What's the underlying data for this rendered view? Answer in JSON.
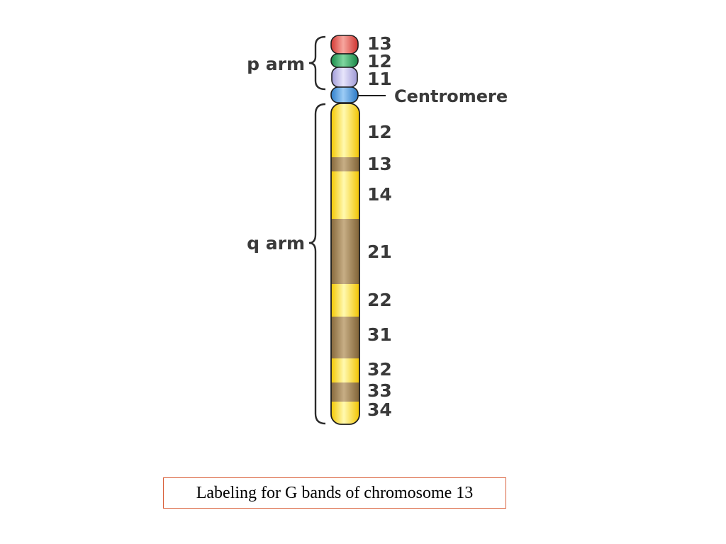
{
  "diagram": {
    "arms": {
      "p": "p arm",
      "q": "q arm"
    },
    "centromere_label": "Centromere",
    "p_bands": [
      {
        "label": "13",
        "color": "#e34a45"
      },
      {
        "label": "12",
        "color": "#23a05a"
      },
      {
        "label": "11",
        "color": "#b9b5e6"
      }
    ],
    "centromere_color": "#3d8fd8",
    "q_band_labels": [
      "12",
      "13",
      "14",
      "21",
      "22",
      "31",
      "32",
      "33",
      "34"
    ],
    "colors": {
      "light_band": "#fce11e",
      "dark_band": "#9b7d4c",
      "outline": "#1e1e1e",
      "text": "#3a3a3a"
    }
  },
  "caption": "Labeling for G bands of chromosome 13"
}
